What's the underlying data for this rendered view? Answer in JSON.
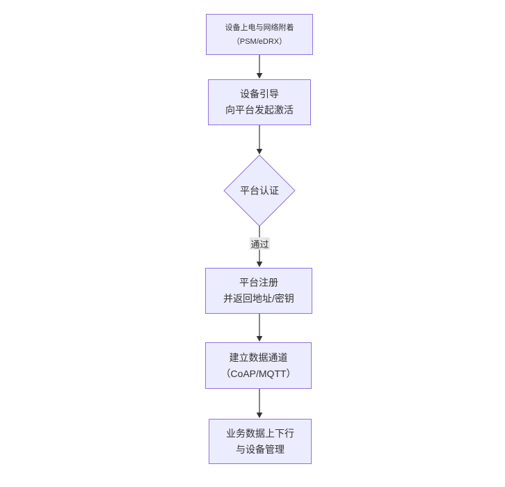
{
  "diagram": {
    "type": "flowchart-top-down",
    "background": "#ffffff",
    "node_fill_color": "#ececff",
    "node_border_color": "#9370db",
    "line_color": "#333333",
    "text_color": "#333333",
    "edge_label_background": "#e8e8e8"
  },
  "nodes": {
    "power": {
      "line1": "设备上电与网络附着",
      "line2": "（PSM/eDRX）"
    },
    "bootstrap": {
      "line1": "设备引导",
      "line2": "向平台发起激活"
    },
    "decision": {
      "label": "平台认证"
    },
    "register": {
      "line1": "平台注册",
      "line2": "并返回地址/密钥"
    },
    "channel": {
      "line1": "建立数据通道",
      "line2": "（CoAP/MQTT）"
    },
    "business": {
      "line1": "业务数据上下行",
      "line2": "与设备管理"
    }
  },
  "edges": {
    "pass_label": "通过"
  }
}
